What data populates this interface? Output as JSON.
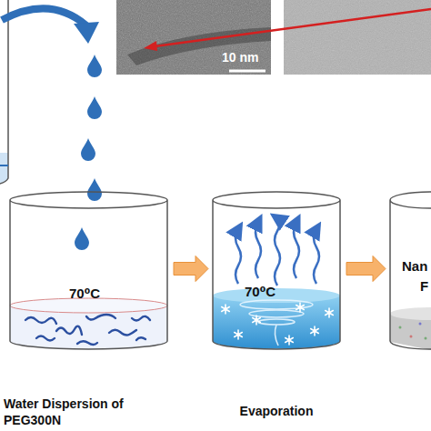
{
  "diagram": {
    "nodes": [
      {
        "text": [
          "70⁰C",
          "Water Dispersion of PEG300N"
        ]
      },
      {
        "text": [
          "70⁰C",
          "Evaporation"
        ]
      },
      {
        "text": [
          "Nan",
          "F"
        ]
      }
    ],
    "edges": [
      {
        "from": 0,
        "to": 1,
        "arrow": "to"
      },
      {
        "from": 1,
        "to": 2,
        "arrow": "to"
      }
    ],
    "labels": [
      "10 nm"
    ]
  }
}
